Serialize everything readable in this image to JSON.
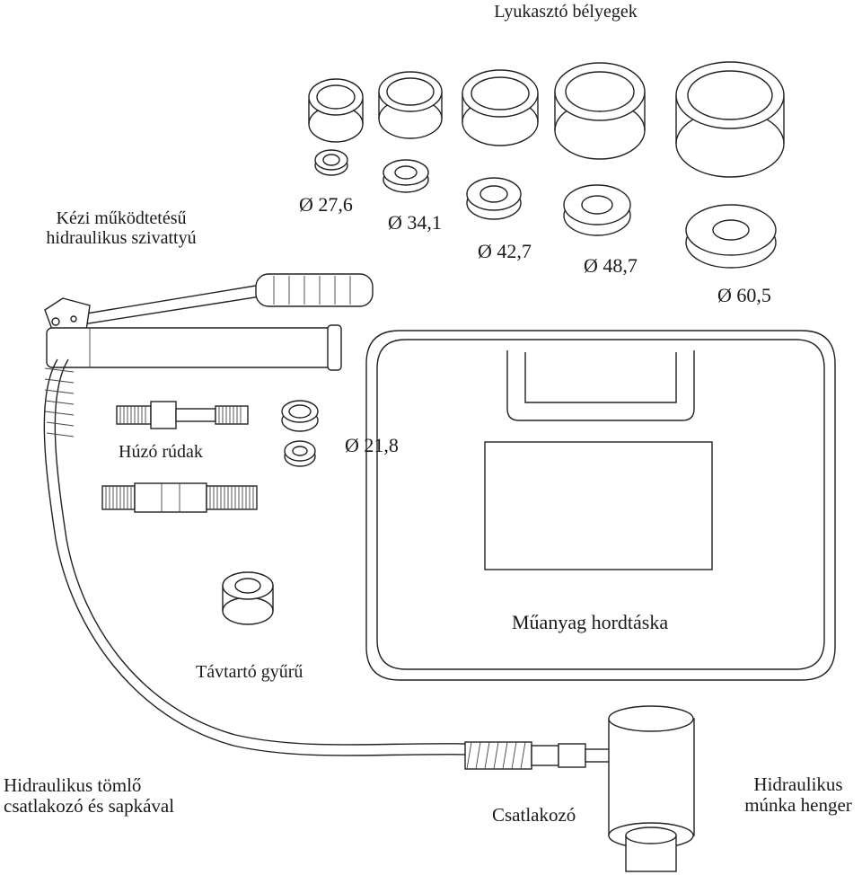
{
  "labels": {
    "punch_stamps": "Lyukasztó bélyegek",
    "hand_pump": [
      "Kézi működtetésű",
      "hidraulikus szivattyú"
    ],
    "d_27_6": "Ø 27,6",
    "d_34_1": "Ø 34,1",
    "d_42_7": "Ø 42,7",
    "d_48_7": "Ø 48,7",
    "d_60_5": "Ø 60,5",
    "pull_rods": "Húzó rúdak",
    "d_21_8": "Ø 21,8",
    "spacer_ring": "Távtartó gyűrű",
    "plastic_case": "Műanyag hordtáska",
    "hose": [
      "Hidraulikus tömlő",
      "csatlakozó és sapkával"
    ],
    "connector": "Csatlakozó",
    "cylinder": [
      "Hidraulikus",
      "múnka henger"
    ]
  }
}
